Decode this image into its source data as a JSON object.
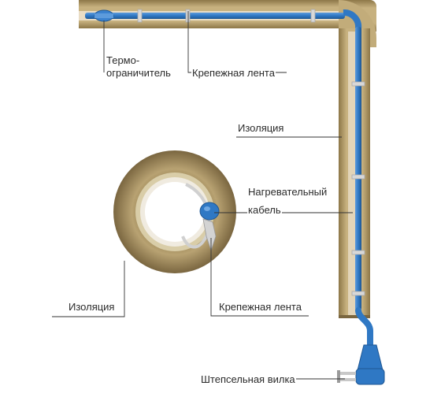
{
  "labels": {
    "thermo_line1": "Термо-",
    "thermo_line2": "ограничитель",
    "tape_top": "Крепежная лента",
    "insulation_right": "Изоляция",
    "heating_cable_line1": "Нагревательный",
    "heating_cable_line2": "кабель",
    "insulation_left": "Изоляция",
    "tape_bottom": "Крепежная лента",
    "plug": "Штепсельная вилка"
  },
  "colors": {
    "insulation": "#c2ac7a",
    "insulation_dark": "#8d7748",
    "pipe": "#ece1cf",
    "cable": "#2f78c4",
    "cable_dark": "#1f5793",
    "tape": "#dcdcdc",
    "leader": "#333333"
  }
}
